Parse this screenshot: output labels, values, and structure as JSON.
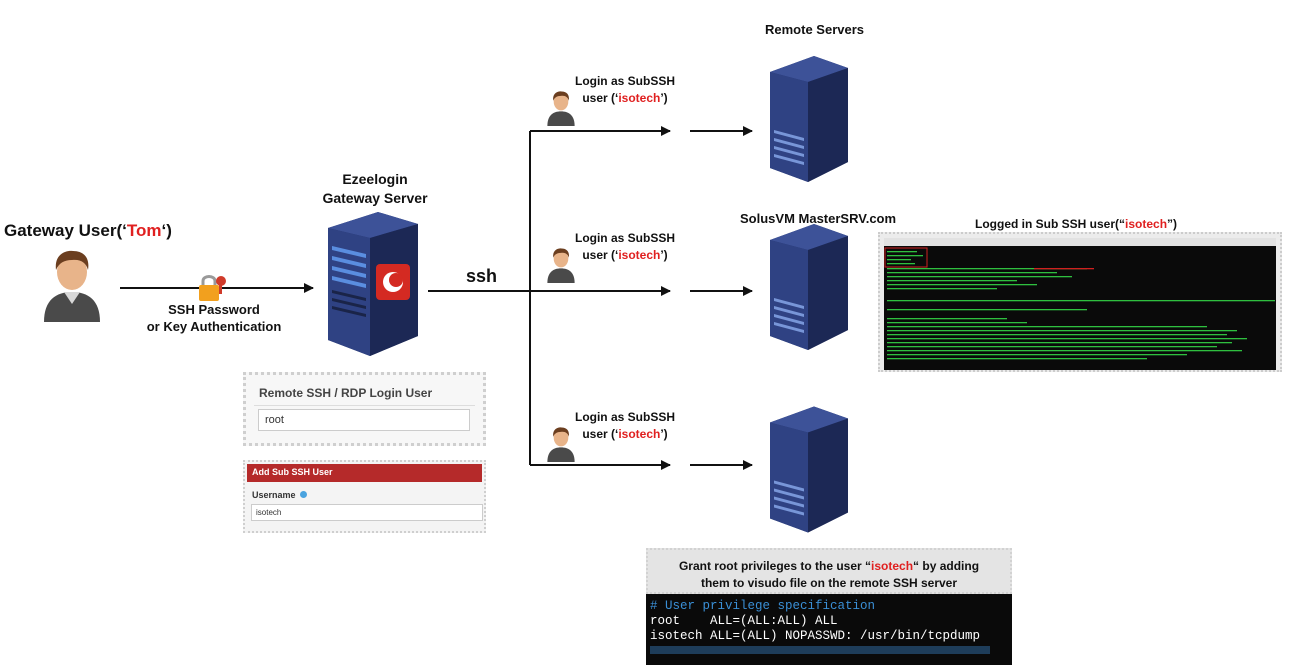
{
  "gateway_user": {
    "prefix": "Gateway User(‘",
    "name": "Tom",
    "suffix": "‘)"
  },
  "auth": {
    "line1": "SSH Password",
    "line2": "or Key Authentication"
  },
  "gateway": {
    "line1": "Ezeelogin",
    "line2": "Gateway Server"
  },
  "ssh_label": "ssh",
  "remote_title": "Remote Servers",
  "solusvm_label": "SolusVM MasterSRV.com",
  "login": {
    "line1": "Login as SubSSH",
    "line2_prefix": "user (‘",
    "user": "isotech",
    "line2_suffix": "’)"
  },
  "logged_in": {
    "prefix": "Logged in Sub SSH user(“",
    "user": "isotech",
    "suffix": "”)"
  },
  "remote_login_panel": {
    "title": "Remote SSH / RDP Login User",
    "value": "root"
  },
  "add_subssh_panel": {
    "title": "Add Sub SSH User",
    "label": "Username",
    "value": "isotech"
  },
  "grant": {
    "line1_prefix": "Grant root privileges to the user “",
    "user": "isotech",
    "line1_suffix": "“ by adding",
    "line2": "them to visudo file on the remote SSH server"
  },
  "visudo": {
    "comment": "# User privilege specification",
    "line1": "root    ALL=(ALL:ALL) ALL",
    "line2": "isotech ALL=(ALL) NOPASSWD: /usr/bin/tcpdump"
  },
  "colors": {
    "accent_red": "#e02020",
    "server_blue": "#2c3f7a",
    "panel_red": "#b52a2a",
    "terminal_bg": "#0a0a0a",
    "visudo_comment": "#3a8fd6"
  }
}
